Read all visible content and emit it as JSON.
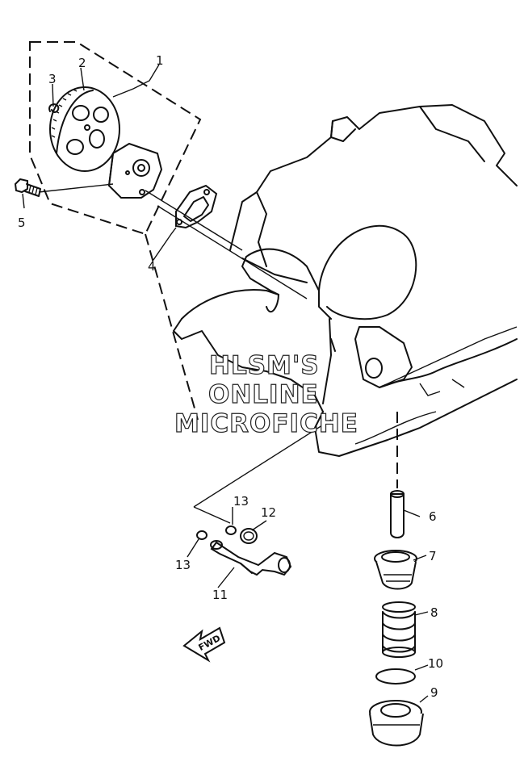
{
  "callouts": {
    "c1": "1",
    "c2": "2",
    "c3": "3",
    "c4": "4",
    "c5": "5",
    "c6": "6",
    "c7": "7",
    "c8": "8",
    "c9": "9",
    "c10": "10",
    "c11": "11",
    "c12": "12",
    "c13a": "13",
    "c13b": "13"
  },
  "watermark": {
    "line1": "HLSM'S",
    "line2": "ONLINE",
    "line3": "MICROFICHE"
  },
  "direction_badge": "FWD"
}
